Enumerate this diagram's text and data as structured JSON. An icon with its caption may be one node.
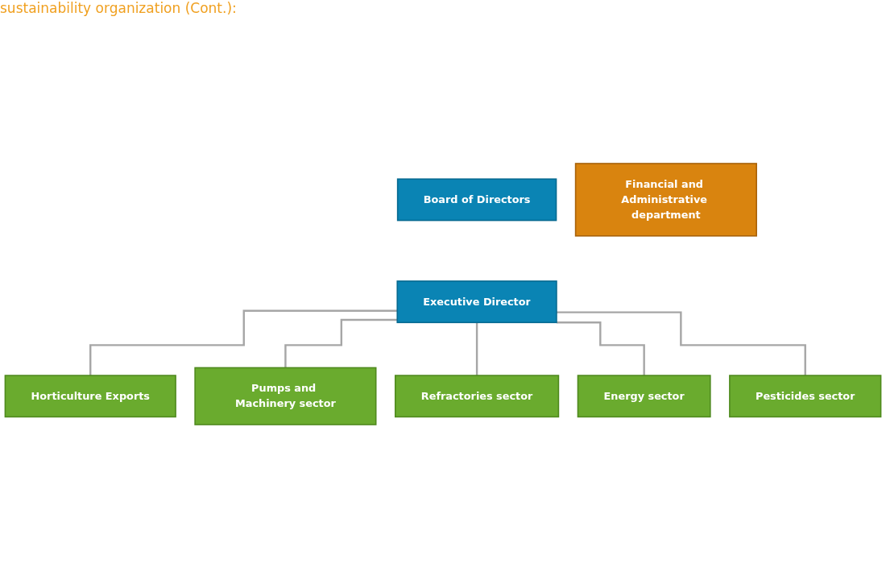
{
  "diagram": {
    "title": "sustainability organization (Cont.):",
    "nodes": [
      {
        "text": [
          "Board of Directors"
        ]
      },
      {
        "text": [
          "Executive Director"
        ]
      },
      {
        "text": [
          "Financial and Administrative department"
        ]
      },
      {
        "text": [
          "Horticulture Exports"
        ]
      },
      {
        "text": [
          "Pumps and Machinery sector"
        ]
      },
      {
        "text": [
          "Refractories sector"
        ]
      },
      {
        "text": [
          "Energy sector"
        ]
      },
      {
        "text": [
          "Pesticides sector"
        ]
      }
    ],
    "edges": [
      {
        "from": 1,
        "to": 3,
        "arrow": "none"
      },
      {
        "from": 1,
        "to": 4,
        "arrow": "none"
      },
      {
        "from": 1,
        "to": 5,
        "arrow": "none"
      },
      {
        "from": 1,
        "to": 6,
        "arrow": "none"
      },
      {
        "from": 1,
        "to": 7,
        "arrow": "none"
      }
    ]
  }
}
